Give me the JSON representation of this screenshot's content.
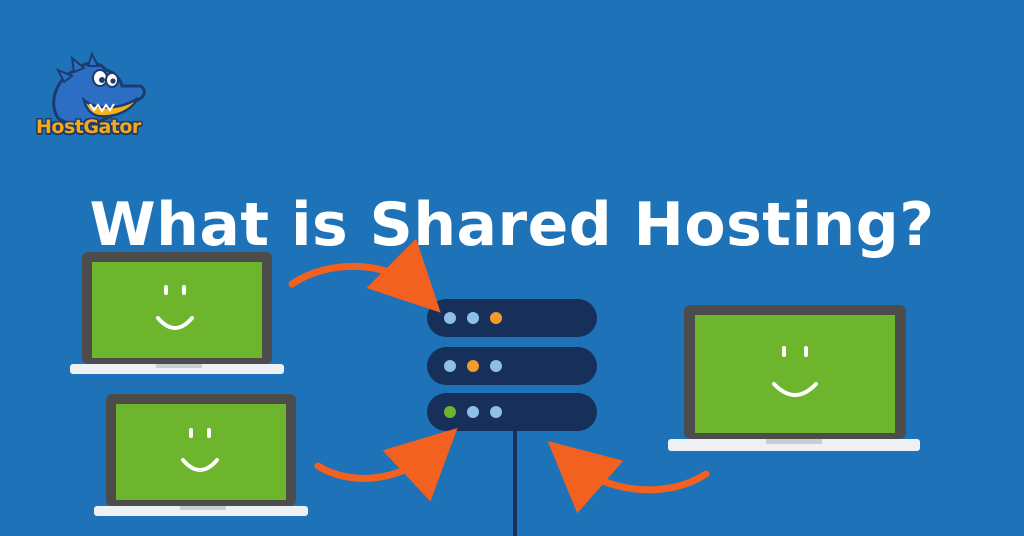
{
  "brand": {
    "name": "HostGator",
    "colors": {
      "background": "#1e72b8",
      "screen": "#6db52c",
      "laptop_frame": "#4c4c4c",
      "server": "#16305a",
      "arrow": "#f2611f",
      "led_blue": "#8fbfe8",
      "led_orange": "#f39a2c",
      "led_green": "#6db52c"
    }
  },
  "headline": "What is Shared Hosting?",
  "graphic": {
    "laptops": [
      {
        "name": "laptop-top-left",
        "face": "smiley-icon"
      },
      {
        "name": "laptop-bottom-left",
        "face": "smiley-icon"
      },
      {
        "name": "laptop-right",
        "face": "smiley-icon"
      }
    ],
    "server_rows": [
      {
        "leds": [
          "blue",
          "blue",
          "orange"
        ]
      },
      {
        "leds": [
          "blue",
          "orange",
          "blue"
        ]
      },
      {
        "leds": [
          "green",
          "blue",
          "blue"
        ]
      }
    ],
    "arrows": [
      "arrow-top-left",
      "arrow-bottom-left",
      "arrow-right"
    ]
  }
}
